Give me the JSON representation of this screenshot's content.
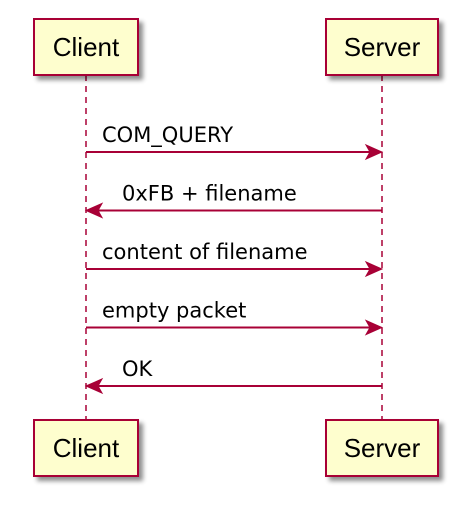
{
  "diagram": {
    "type": "sequence",
    "participants": [
      {
        "id": "client",
        "label": "Client"
      },
      {
        "id": "server",
        "label": "Server"
      }
    ],
    "messages": [
      {
        "from": "client",
        "to": "server",
        "label": "COM_QUERY"
      },
      {
        "from": "server",
        "to": "client",
        "label": "0xFB + filename"
      },
      {
        "from": "client",
        "to": "server",
        "label": "content of filename"
      },
      {
        "from": "client",
        "to": "server",
        "label": "empty packet"
      },
      {
        "from": "server",
        "to": "client",
        "label": "OK"
      }
    ],
    "colors": {
      "line": "#A80036",
      "box_fill": "#FEFECE",
      "shadow": "#888888"
    }
  }
}
